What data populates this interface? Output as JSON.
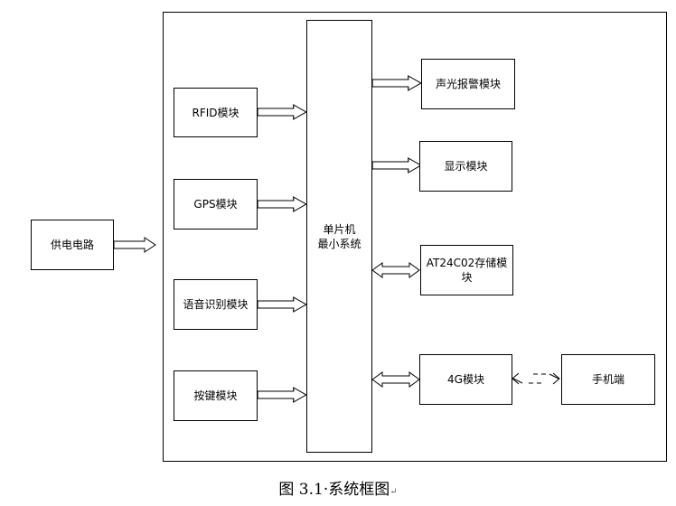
{
  "diagram": {
    "power": "供电电路",
    "mcu_line1": "单片机",
    "mcu_line2": "最小系统",
    "rfid": "RFID模块",
    "gps": "GPS模块",
    "voice": "语音识别模块",
    "keys": "按键模块",
    "alarm": "声光报警模块",
    "display": "显示模块",
    "storage": "AT24C02存储模块",
    "lte": "4G模块",
    "phone": "手机端"
  },
  "caption": {
    "text": "图 3.1·系统框图",
    "mark": "↵"
  }
}
